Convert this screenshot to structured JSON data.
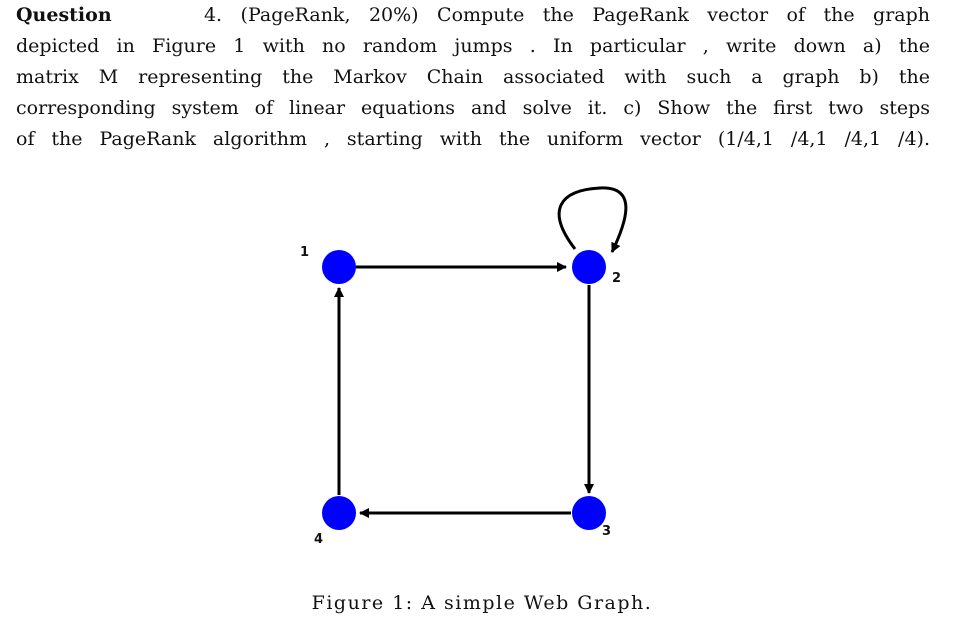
{
  "question": {
    "title": "Question",
    "number": "4.",
    "lines": [
      "(PageRank, 20%) Compute the PageRank vector of the graph",
      "depicted in Figure 1 with no random jumps . In particular , write down a) the",
      "matrix M representing the Markov Chain associated with such a graph b) the",
      "corresponding system of linear equations and solve it. c) Show the first two steps",
      "of the PageRank algorithm , starting with the uniform vector (1/4,1 /4,1 /4,1 /4)."
    ]
  },
  "figure": {
    "node_color": "#0000ff",
    "edge_color": "#000000",
    "nodes": [
      {
        "id": "1",
        "label": "1"
      },
      {
        "id": "2",
        "label": "2"
      },
      {
        "id": "3",
        "label": "3"
      },
      {
        "id": "4",
        "label": "4"
      }
    ],
    "edges": [
      {
        "from": "1",
        "to": "2"
      },
      {
        "from": "2",
        "to": "2"
      },
      {
        "from": "2",
        "to": "3"
      },
      {
        "from": "3",
        "to": "4"
      },
      {
        "from": "4",
        "to": "1"
      }
    ],
    "caption": "Figure 1: A simple Web Graph."
  }
}
